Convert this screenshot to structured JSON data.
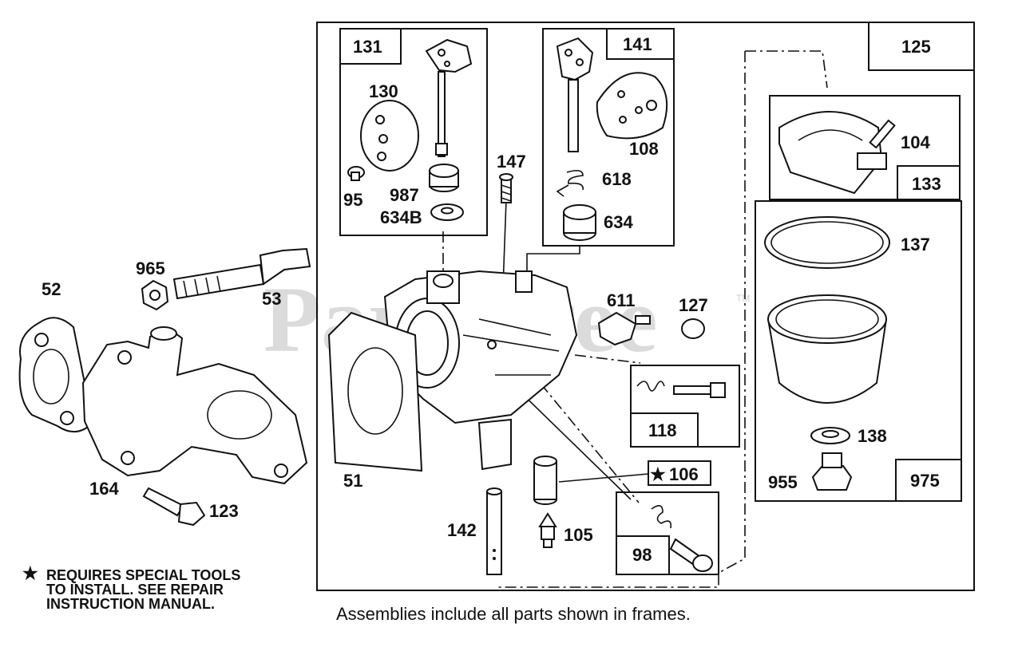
{
  "watermark": "PartsTree",
  "watermark_tm": "TM",
  "caption": "Assemblies include all parts shown in frames.",
  "note": {
    "star": "★",
    "lines": [
      "REQUIRES SPECIAL TOOLS",
      "TO INSTALL.  SEE REPAIR",
      "INSTRUCTION MANUAL."
    ]
  },
  "frames": {
    "f131": "131",
    "f141": "141",
    "f125": "125",
    "f133": "133",
    "f118": "118",
    "f106": "106",
    "f98": "98",
    "f975": "975"
  },
  "labels": {
    "p130": "130",
    "p95": "95",
    "p987": "987",
    "p634b": "634B",
    "p147": "147",
    "p108": "108",
    "p618": "618",
    "p634": "634",
    "p104": "104",
    "p137": "137",
    "p965": "965",
    "p52": "52",
    "p53": "53",
    "p611": "611",
    "p127": "127",
    "p51": "51",
    "p164": "164",
    "p123": "123",
    "p142": "142",
    "p105": "105",
    "p138": "138",
    "p955": "955"
  },
  "star_glyph": "★"
}
